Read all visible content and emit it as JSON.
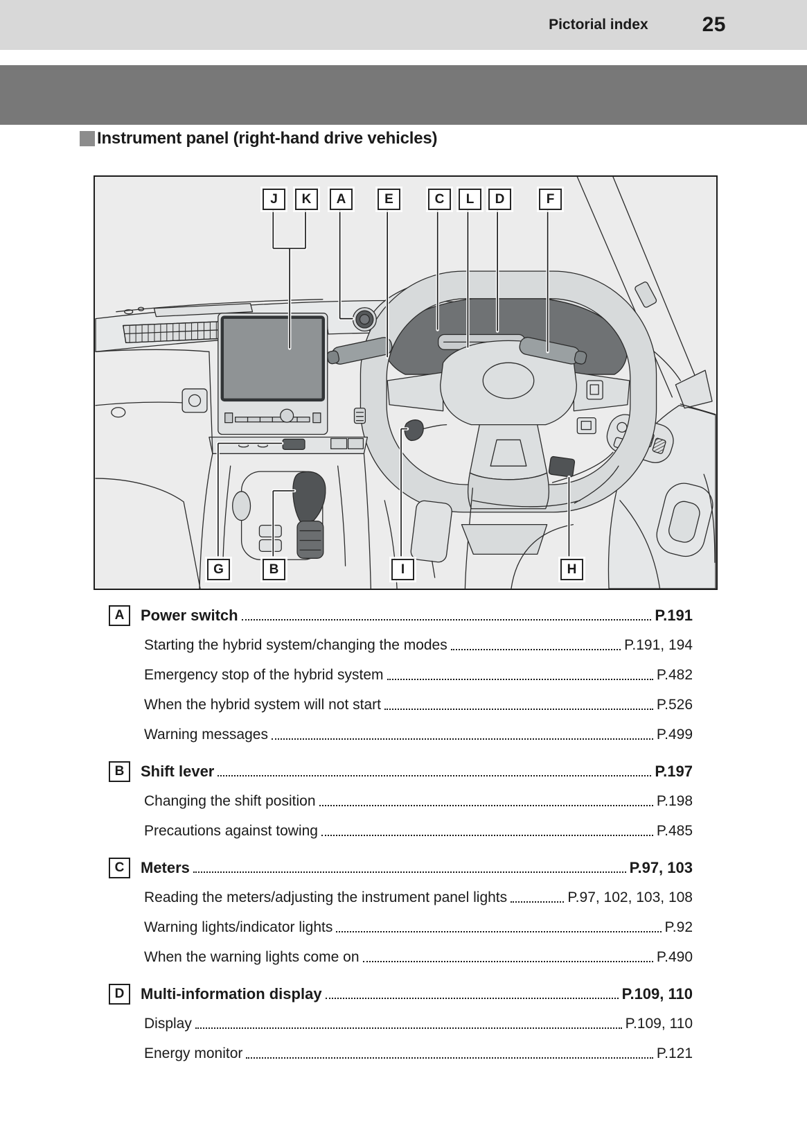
{
  "header": {
    "section_label": "Pictorial index",
    "page_number": "25"
  },
  "title": {
    "text": "Instrument panel (right-hand drive vehicles)"
  },
  "diagram": {
    "callouts_top": [
      "J",
      "K",
      "A",
      "E",
      "C",
      "L",
      "D",
      "F"
    ],
    "callouts_bottom": [
      "G",
      "B",
      "I",
      "H"
    ]
  },
  "index": [
    {
      "letter": "A",
      "title": "Power switch",
      "pages": "P.191",
      "subs": [
        {
          "label": "Starting the hybrid system/changing the modes",
          "pages": "P.191, 194"
        },
        {
          "label": "Emergency stop of the hybrid system",
          "pages": "P.482"
        },
        {
          "label": "When the hybrid system will not start",
          "pages": "P.526"
        },
        {
          "label": "Warning messages",
          "pages": "P.499"
        }
      ]
    },
    {
      "letter": "B",
      "title": "Shift lever",
      "pages": "P.197",
      "subs": [
        {
          "label": "Changing the shift position",
          "pages": "P.198"
        },
        {
          "label": "Precautions against towing",
          "pages": "P.485"
        }
      ]
    },
    {
      "letter": "C",
      "title": "Meters",
      "pages": "P.97, 103",
      "subs": [
        {
          "label": "Reading the meters/adjusting the instrument panel lights",
          "pages": "P.97, 102, 103, 108"
        },
        {
          "label": "Warning lights/indicator lights",
          "pages": "P.92"
        },
        {
          "label": "When the warning lights come on",
          "pages": "P.490"
        }
      ]
    },
    {
      "letter": "D",
      "title": "Multi-information display",
      "pages": "P.109, 110",
      "subs": [
        {
          "label": "Display",
          "pages": "P.109, 110"
        },
        {
          "label": "Energy monitor",
          "pages": "P.121"
        }
      ]
    }
  ],
  "colors": {
    "header_bar": "#d8d8d8",
    "section_band": "#787878",
    "title_bullet": "#8c8c8c",
    "diagram_background": "#ececec",
    "instrument_cluster_fill": "#6f7274",
    "text": "#1a1a1a"
  }
}
